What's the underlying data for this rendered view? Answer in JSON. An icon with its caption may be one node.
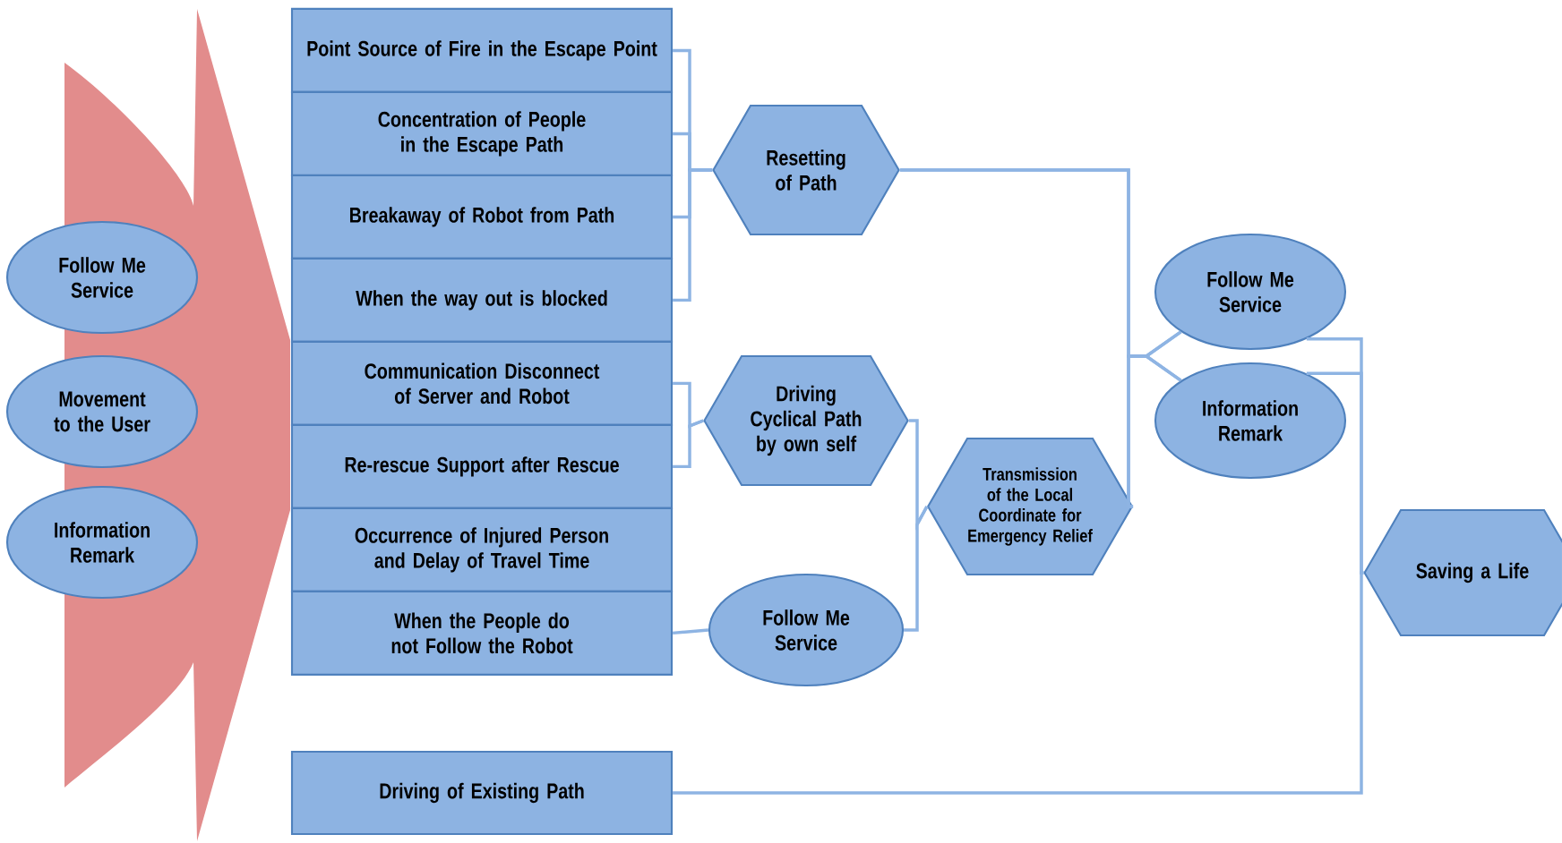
{
  "diagram": {
    "nodes": [
      {
        "text": [
          "Follow Me Service"
        ]
      },
      {
        "text": [
          "Movement to the User"
        ]
      },
      {
        "text": [
          "Information Remark"
        ]
      },
      {
        "text": [
          "Point Source of Fire in the Escape Point"
        ]
      },
      {
        "text": [
          "Concentration of People in the Escape Path"
        ]
      },
      {
        "text": [
          "Breakaway of Robot from Path"
        ]
      },
      {
        "text": [
          "When the way out is blocked"
        ]
      },
      {
        "text": [
          "Communication Disconnect of Server and Robot"
        ]
      },
      {
        "text": [
          "Re-rescue Support after Rescue"
        ]
      },
      {
        "text": [
          "Occurrence of Injured Person and Delay of Travel Time"
        ]
      },
      {
        "text": [
          "When the People do not Follow the Robot"
        ]
      },
      {
        "text": [
          "Driving of Existing Path"
        ]
      },
      {
        "text": [
          "Resetting of Path"
        ]
      },
      {
        "text": [
          "Driving Cyclical Path by own self"
        ]
      },
      {
        "text": [
          "Follow Me Service"
        ]
      },
      {
        "text": [
          "Transmission of the Local Coordinate for Emergency Relief"
        ]
      },
      {
        "text": [
          "Follow Me Service"
        ]
      },
      {
        "text": [
          "Information Remark"
        ]
      },
      {
        "text": [
          "Saving a Life"
        ]
      }
    ],
    "edges": [
      {
        "from": 3,
        "to": 12,
        "arrow": "none"
      },
      {
        "from": 4,
        "to": 12,
        "arrow": "none"
      },
      {
        "from": 5,
        "to": 12,
        "arrow": "none"
      },
      {
        "from": 6,
        "to": 12,
        "arrow": "none"
      },
      {
        "from": 7,
        "to": 13,
        "arrow": "none"
      },
      {
        "from": 8,
        "to": 13,
        "arrow": "none"
      },
      {
        "from": 10,
        "to": 14,
        "arrow": "none"
      },
      {
        "from": 13,
        "to": 15,
        "arrow": "none"
      },
      {
        "from": 14,
        "to": 15,
        "arrow": "none"
      },
      {
        "from": 12,
        "to": 16,
        "arrow": "none"
      },
      {
        "from": 12,
        "to": 17,
        "arrow": "none"
      },
      {
        "from": 15,
        "to": 16,
        "arrow": "none"
      },
      {
        "from": 15,
        "to": 17,
        "arrow": "none"
      },
      {
        "from": 16,
        "to": 18,
        "arrow": "none"
      },
      {
        "from": 17,
        "to": 18,
        "arrow": "none"
      },
      {
        "from": 11,
        "to": 18,
        "arrow": "none"
      }
    ]
  }
}
